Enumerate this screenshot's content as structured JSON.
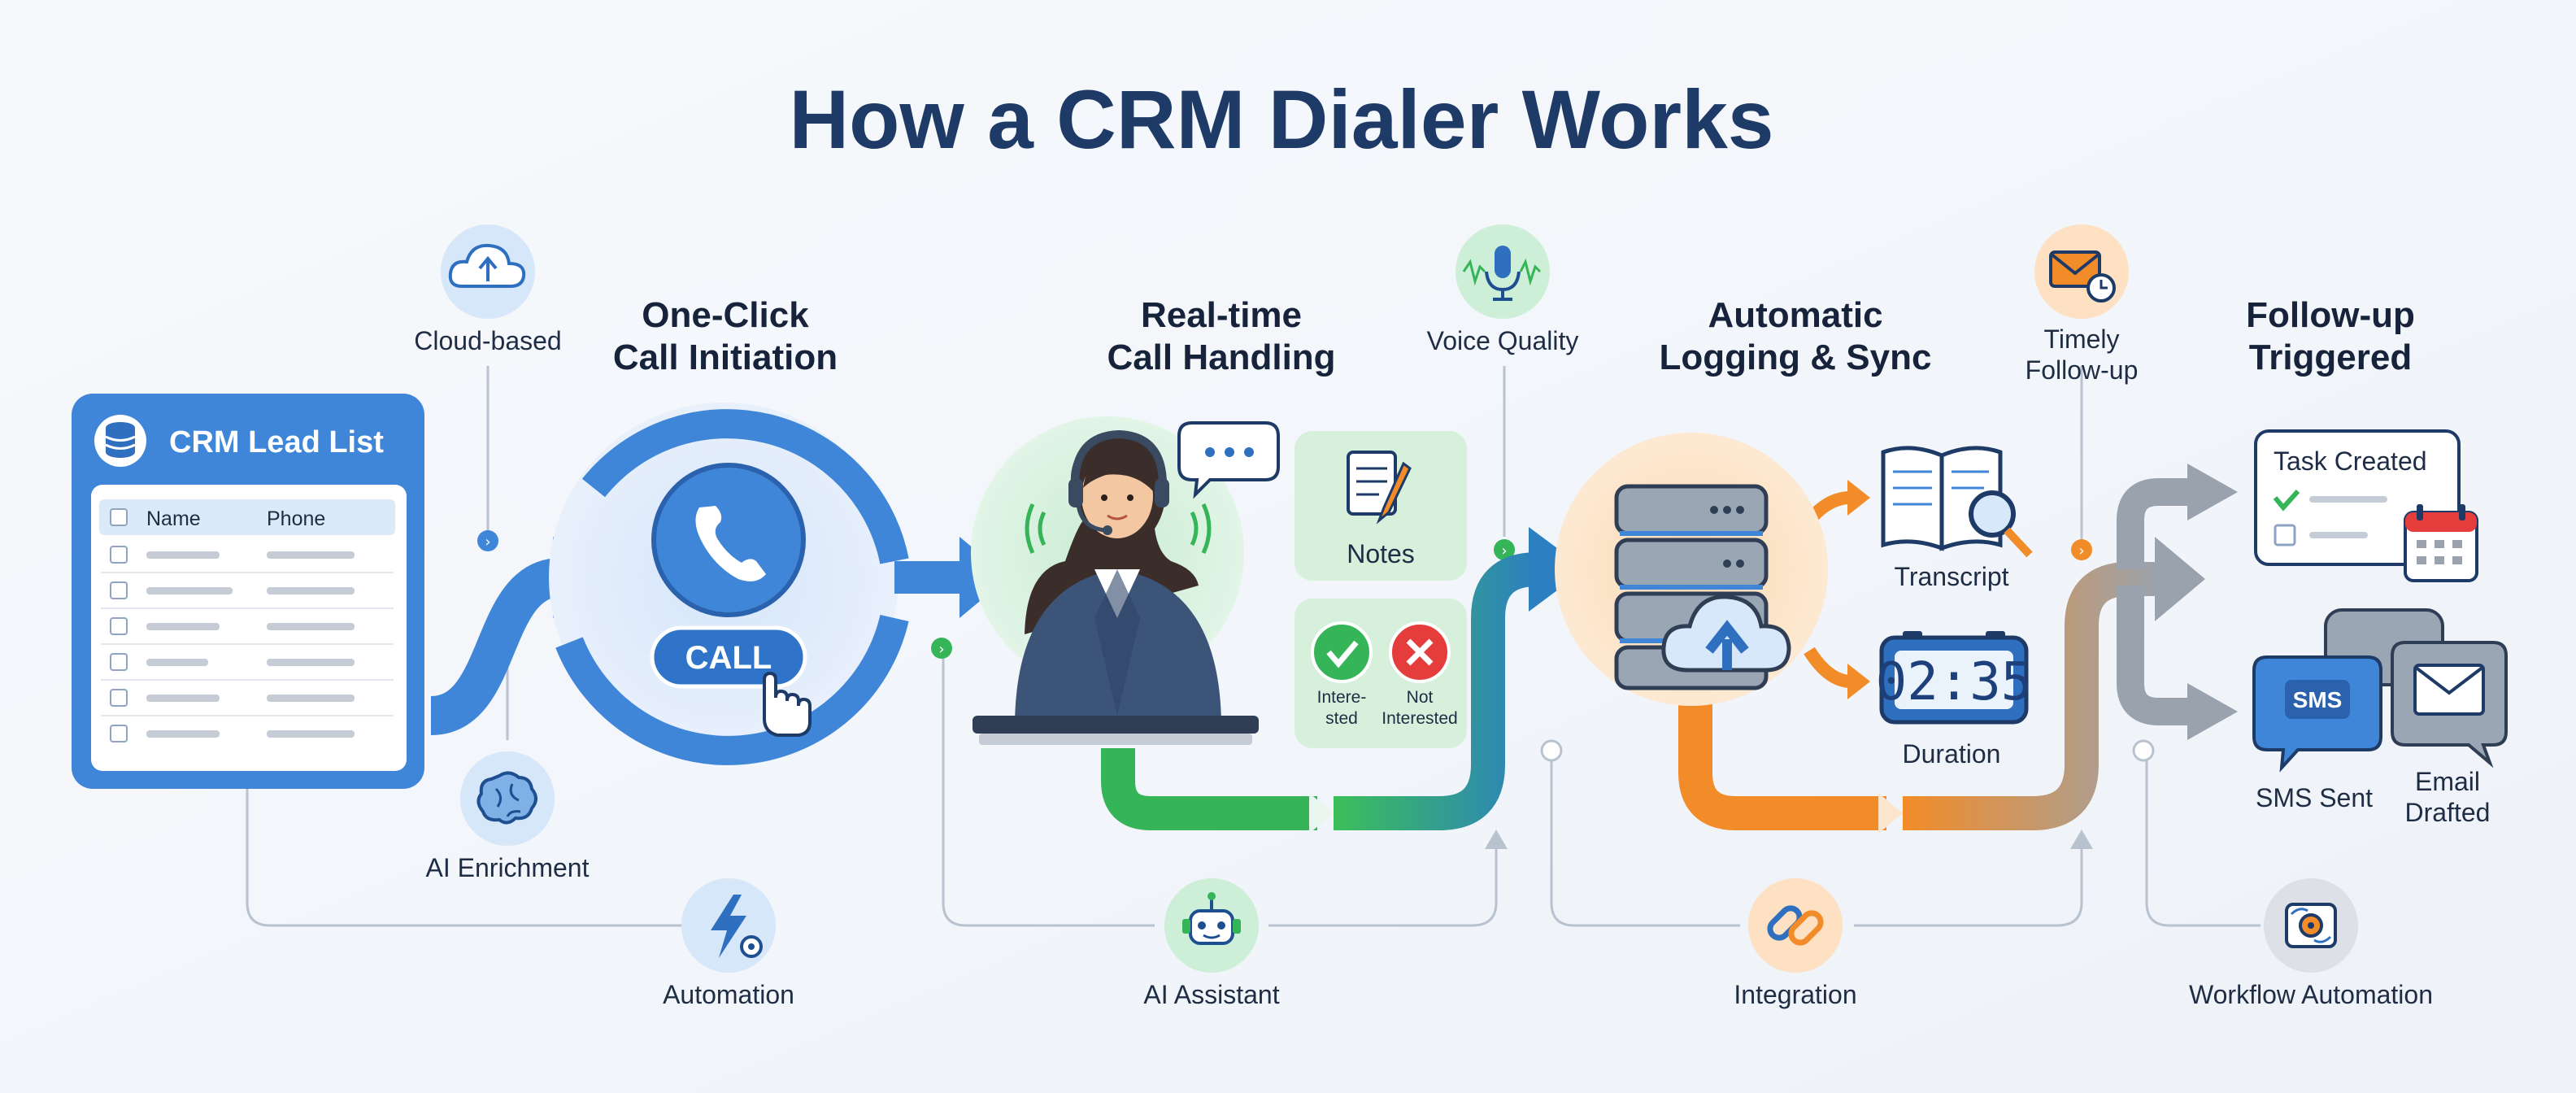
{
  "title": "How a CRM Dialer Works",
  "stages": {
    "one_click": {
      "line1": "One-Click",
      "line2": "Call Initiation",
      "call_button": "CALL"
    },
    "realtime": {
      "line1": "Real-time",
      "line2": "Call Handling",
      "notes": "Notes",
      "interested_line1": "Intere-",
      "interested_line2": "sted",
      "not_interested_line1": "Not",
      "not_interested_line2": "Interested"
    },
    "logging": {
      "line1": "Automatic",
      "line2": "Logging & Sync",
      "transcript": "Transcript",
      "clock": "02:35",
      "duration": "Duration"
    },
    "followup": {
      "line1": "Follow-up",
      "line2": "Triggered",
      "task_created": "Task Created",
      "sms_badge": "SMS",
      "sms_sent": "SMS Sent",
      "email_line1": "Email",
      "email_line2": "Drafted"
    }
  },
  "lead_list": {
    "title": "CRM Lead List",
    "columns": [
      "Name",
      "Phone"
    ]
  },
  "features": {
    "cloud": "Cloud-based",
    "ai_enrichment": "AI Enrichment",
    "automation": "Automation",
    "voice_quality": "Voice Quality",
    "ai_assistant": "AI Assistant",
    "timely_line1": "Timely",
    "timely_line2": "Follow-up",
    "integration": "Integration",
    "workflow": "Workflow Automation"
  },
  "colors": {
    "blue": "#3f86d9",
    "green": "#35b458",
    "teal": "#2b8fa8",
    "orange": "#f28c28",
    "gray": "#9aa3ad",
    "navy": "#1e3a66"
  }
}
